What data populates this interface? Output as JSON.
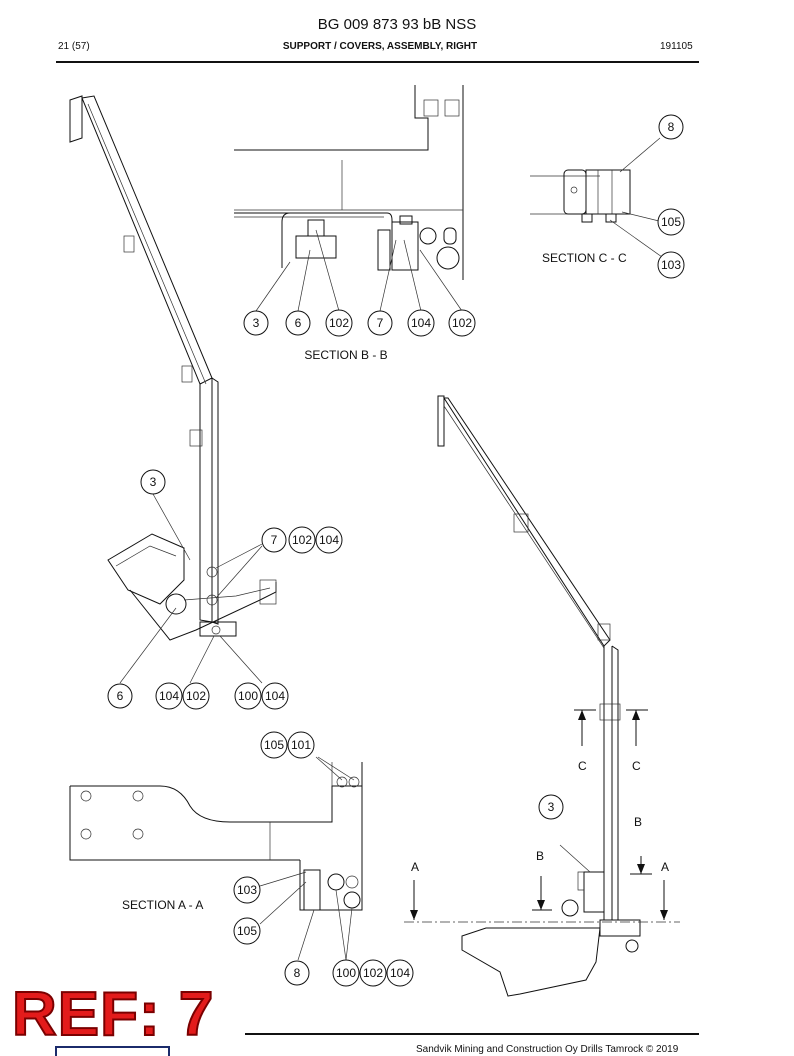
{
  "header": {
    "document_title": "BG 009 873 93 bB NSS",
    "page_number": "21 (57)",
    "section_title": "SUPPORT / COVERS, ASSEMBLY, RIGHT",
    "date": "191105"
  },
  "footer": {
    "text": "Sandvik Mining and Construction Oy Drills Tamrock © 2019"
  },
  "stamp": {
    "text": "REF: 7"
  },
  "drawing": {
    "section_labels": {
      "bb": "SECTION B - B",
      "cc": "SECTION C - C",
      "aa": "SECTION A - A"
    },
    "cut_letters": {
      "a": "A",
      "b": "B",
      "c": "C"
    },
    "callouts_bb": [
      "3",
      "6",
      "102",
      "7",
      "104",
      "102"
    ],
    "callouts_cc": [
      "8",
      "105",
      "103"
    ],
    "callouts_main": [
      "3",
      "7",
      "102",
      "104",
      "6",
      "104",
      "102",
      "100",
      "104"
    ],
    "callouts_aa": [
      "105",
      "101",
      "103",
      "105",
      "8",
      "100",
      "102",
      "104"
    ],
    "callouts_right": [
      "3"
    ]
  }
}
